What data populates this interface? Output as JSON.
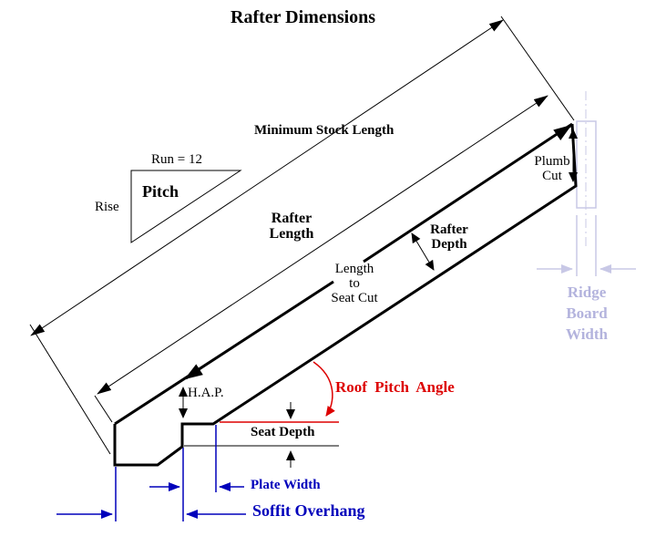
{
  "title": "Rafter Dimensions",
  "labels": {
    "minimum_stock_length": "Minimum Stock Length",
    "run": "Run = 12",
    "pitch": "Pitch",
    "rise": "Rise",
    "rafter_length": "Rafter\nLength",
    "plumb_cut": "Plumb\nCut",
    "rafter_depth": "Rafter\nDepth",
    "length_to_seat_cut": "Length\nto\nSeat Cut",
    "ridge_board_width": "Ridge\nBoard\nWidth",
    "hap": "H.A.P.",
    "seat_depth": "Seat Depth",
    "roof_pitch_angle": "Roof Pitch Angle",
    "plate_width": "Plate Width",
    "soffit_overhang": "Soffit Overhang"
  },
  "colors": {
    "line": "#000000",
    "blue": "#0000bb",
    "red": "#dd0000",
    "periwinkle_text": "#b3b3dd",
    "periwinkle_line": "#c8c8e6",
    "background": "#ffffff"
  }
}
